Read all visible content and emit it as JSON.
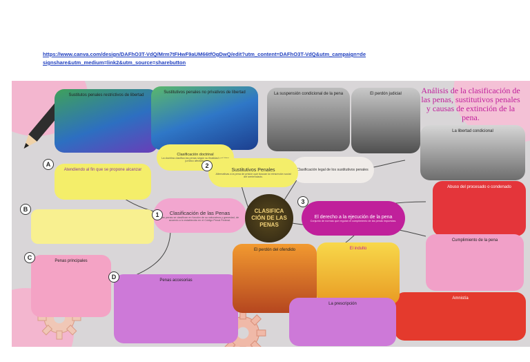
{
  "link_text": "https://www.canva.com/design/DAFhO3T-VdQ/Mrm7tFHwF9aUM66tfOgDwQ/edit?utm_content=DAFhO3T-VdQ&utm_campaign=designshare&utm_medium=link2&utm_source=sharebutton",
  "center_title": "CLASIFICA CIÓN DE LAS PENAS",
  "main_title": "Análisis de la clasificación de las penas, sustitutivos penales y causas de extinción de la pena.",
  "markers": {
    "a": "A",
    "b": "B",
    "c": "C",
    "d": "D",
    "one": "1",
    "two": "2",
    "three": "3"
  },
  "hubs": {
    "clasificacion": "Clasificación de las Penas",
    "clasificacion_body": "Las penas se clasifican en función de su naturaleza y gravedad, de acuerdo a lo establecido en el Código Penal Federal.",
    "sustitutivos": "Sustitutivos Penales",
    "sustitutivos_body": "Alternativas a la pena de prisión que buscan la reinserción social del sentenciado.",
    "derecho": "El derecho a la ejecución de la pena",
    "derecho_body": "Conjunto de normas que regulan el cumplimiento de las penas impuestas.",
    "clasif_doctrinal": "Clasificación doctrinal",
    "clasif_doctrinal_body": "La doctrina clasifica las penas según su finalidad y el bien jurídico afectado.",
    "clasif_legal": "Clasificación legal de los sustitutivos penales"
  },
  "boxes": {
    "sust_restrictivo": "Sustitutos penales restrictivos de libertad",
    "sust_no_restr": "Sustitutivos penales no privativos de libertad",
    "susp_condicional": "La suspensión condicional de la pena",
    "perdon_judicial": "El perdón judicial",
    "libertad_condicional": "La libertad condicional",
    "abuso": "Abuso del procesado o condenado",
    "cumplimiento": "Cumplimiento de la pena",
    "amnistia": "Amnistía",
    "perdon_ofendido": "El perdón del ofendido",
    "indulto": "El indulto",
    "prescripcion": "La prescripción",
    "penas_principales": "Penas principales",
    "penas_accesorias": "Penas accesorias",
    "a_item": "Atendiendo al fin que se propone alcanzar"
  },
  "colors": {
    "magenta": "#c0209b",
    "pink": "#f2a1c8",
    "green": "#3aa35a",
    "purple": "#7b3fc7",
    "yellow": "#f2d34f",
    "blue": "#3a6fd8",
    "orange": "#f0a030",
    "red": "#d83a2a"
  }
}
